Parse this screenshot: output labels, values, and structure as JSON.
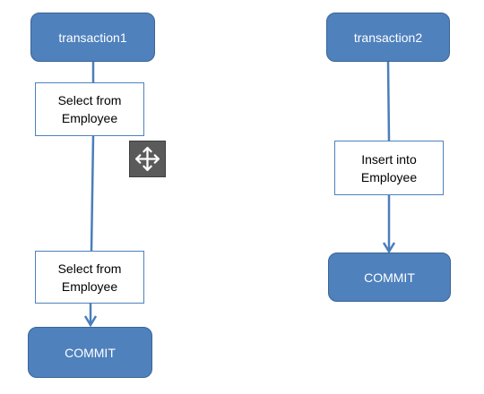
{
  "colors": {
    "fill": "#4f81bd",
    "fill_border": "#3a6596",
    "edge": "#4a7ebb",
    "box_text": "#000000",
    "node_text": "#ffffff"
  },
  "nodes": {
    "t1": {
      "label": "transaction1"
    },
    "t1_select1": {
      "line1": "Select from",
      "line2": "Employee"
    },
    "t1_select2": {
      "line1": "Select from",
      "line2": "Employee"
    },
    "t1_commit": {
      "label": "COMMIT"
    },
    "t2": {
      "label": "transaction2"
    },
    "t2_insert": {
      "line1": "Insert into",
      "line2": "Employee"
    },
    "t2_commit": {
      "label": "COMMIT"
    }
  },
  "edges": [
    {
      "from": "t1",
      "to": "t1_select1",
      "arrow": false
    },
    {
      "from": "t1_select1",
      "to": "t1_select2",
      "arrow": false
    },
    {
      "from": "t1_select2",
      "to": "t1_commit",
      "arrow": true
    },
    {
      "from": "t2",
      "to": "t2_insert",
      "arrow": false
    },
    {
      "from": "t2_insert",
      "to": "t2_commit",
      "arrow": true
    }
  ],
  "overlay": {
    "icon": "move-icon"
  }
}
